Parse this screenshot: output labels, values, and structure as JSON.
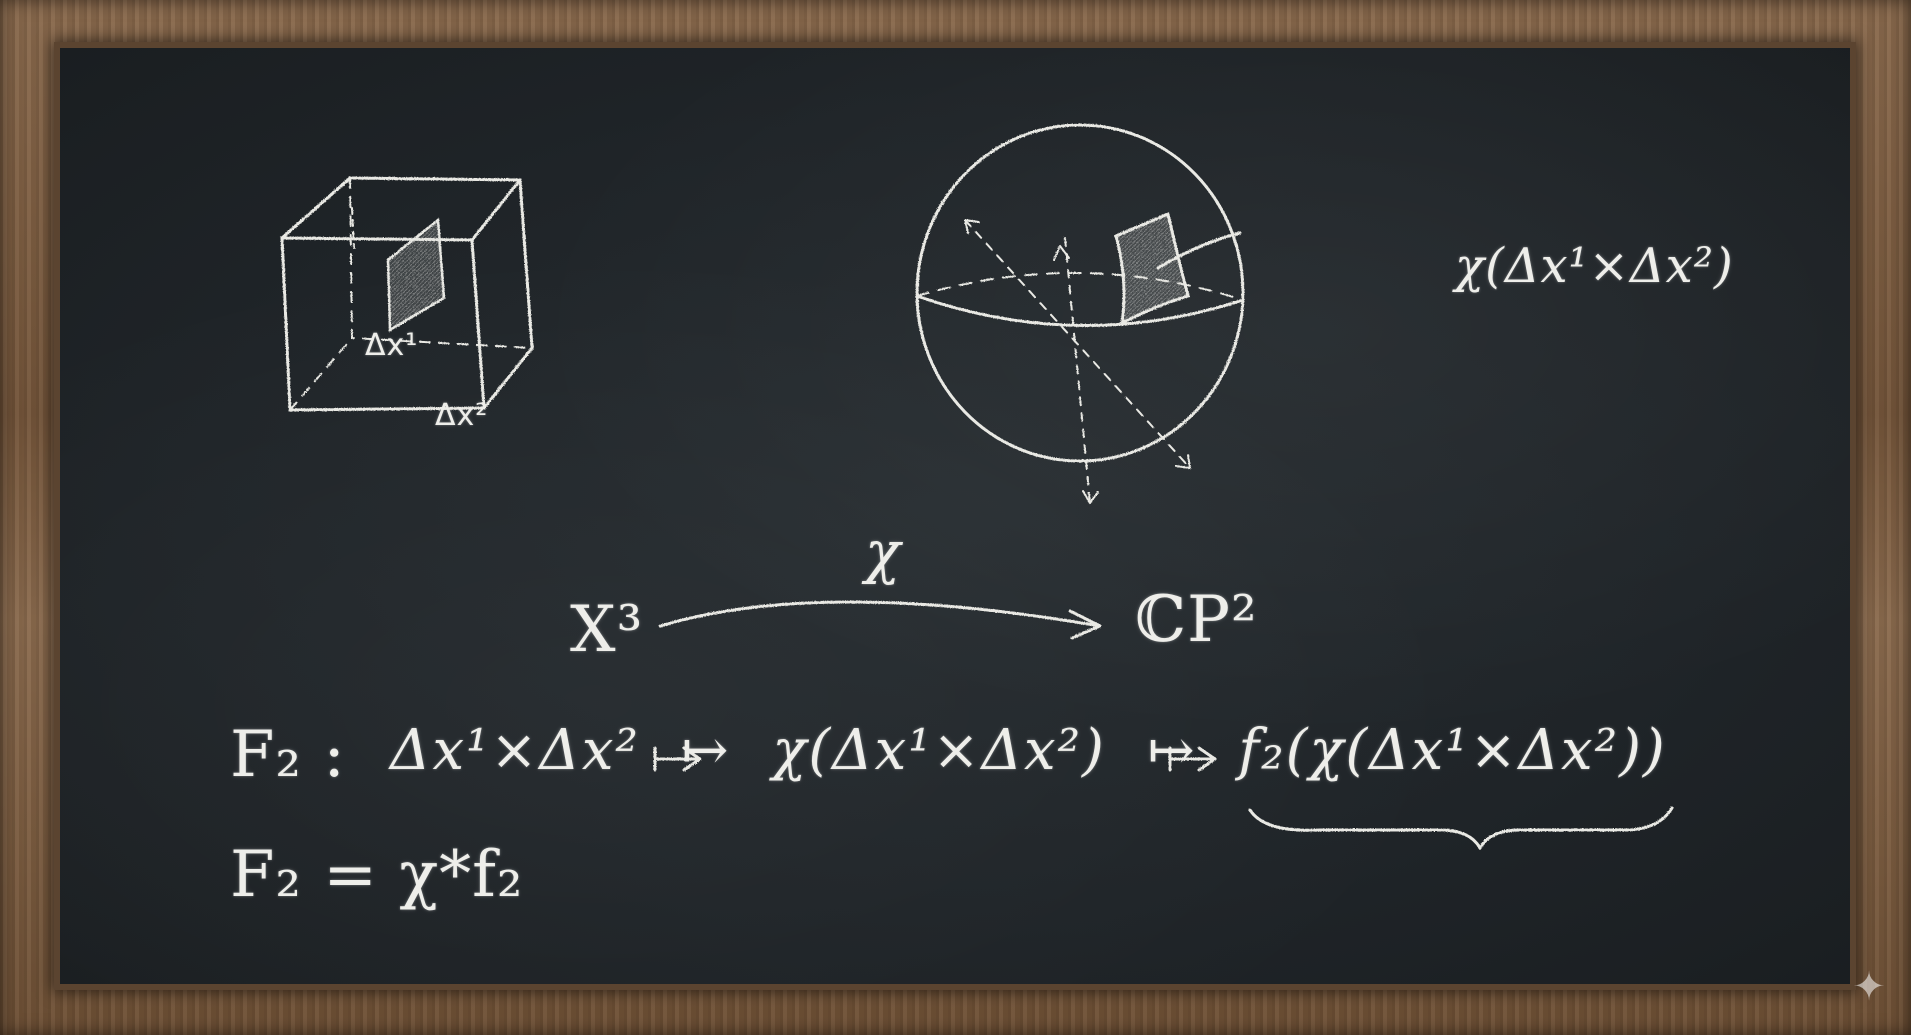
{
  "chalkboard": {
    "cube_label_dx1": "Δx¹",
    "cube_label_dx2": "Δx²",
    "sphere_label": "χ(Δx¹×Δx²)",
    "map_label": "χ",
    "domain_space": "X³",
    "target_space": "ℂP²",
    "equation_1_lhs": "F₂ :",
    "equation_1_rhs": "Δx¹×Δx² ↦ χ(Δx¹×Δx²) ↦ f₂(χ(Δx¹×Δx²))",
    "equation_2": "F₂ = χ*f₂"
  },
  "icons": {
    "corner_mark": "sparkle-icon"
  },
  "colors": {
    "chalk": "#eeeeea",
    "board": "#1f2428",
    "frame_wood": "#7a5a3e"
  }
}
